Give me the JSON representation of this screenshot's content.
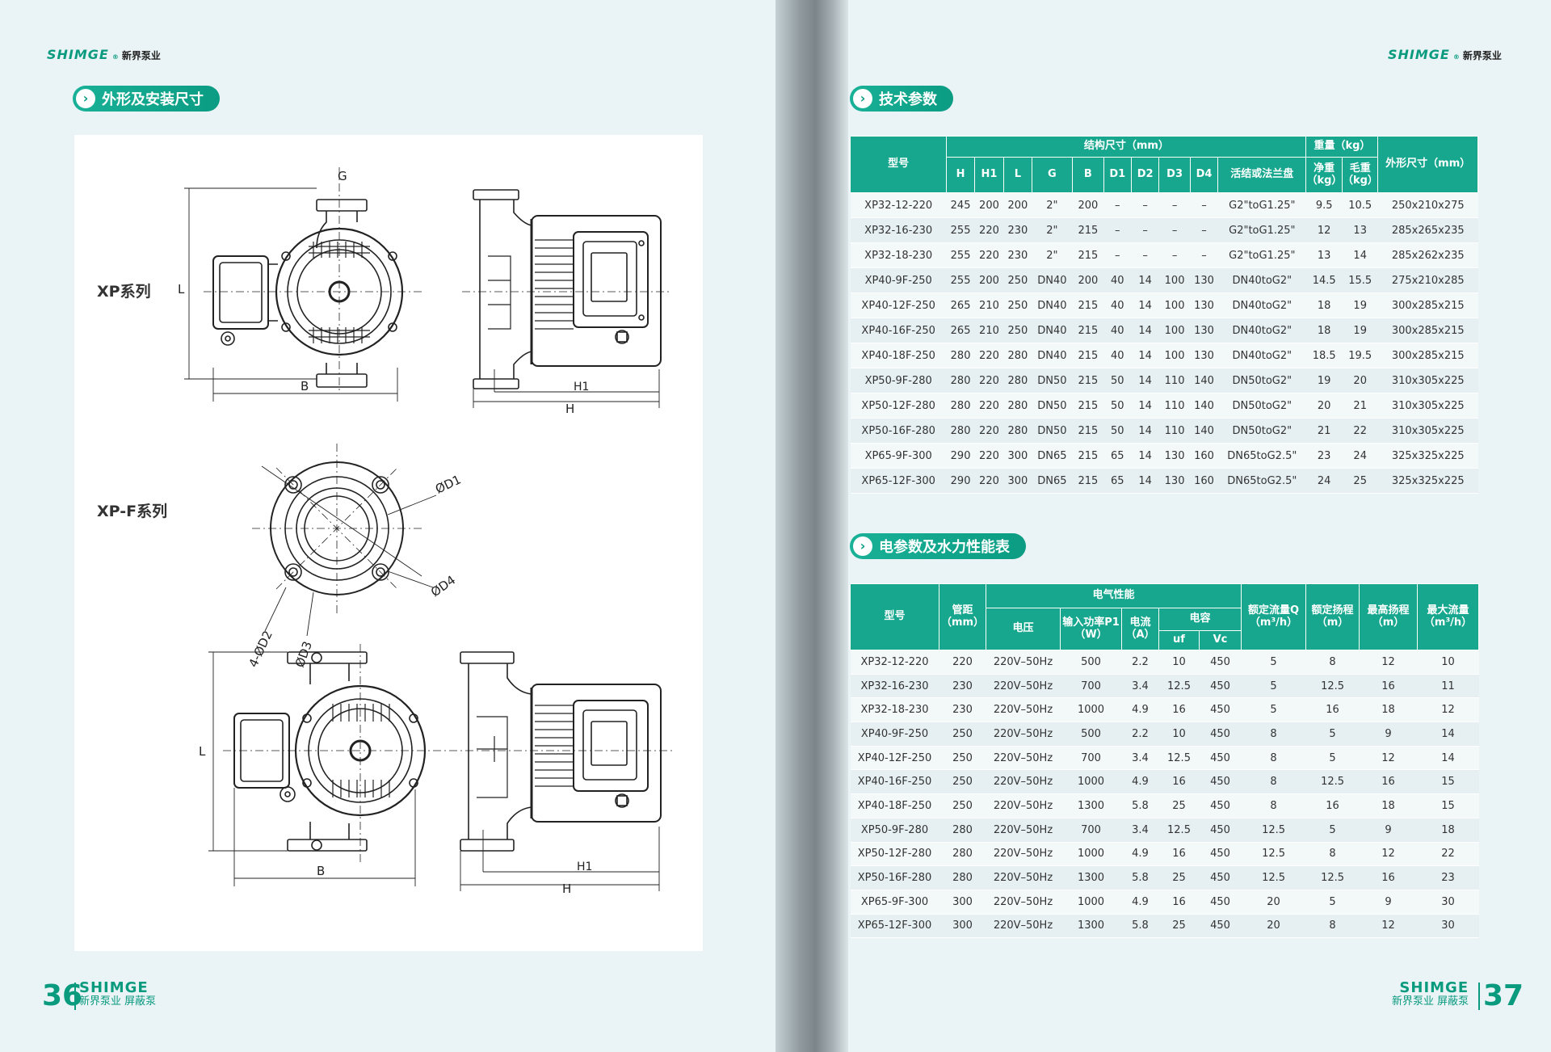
{
  "left_page": {
    "brand": {
      "en": "SHIMGE",
      "reg": "®",
      "cn": "新界泵业"
    },
    "section_title": "外形及安装尺寸",
    "series": [
      "XP系列",
      "XP-F系列"
    ],
    "drawing_labels": {
      "top": {
        "g": "G",
        "b": "B",
        "h": "H",
        "h1": "H1",
        "l": "L"
      },
      "flange": {
        "d1": "ØD1",
        "d2": "4-ØD2",
        "d3": "ØD3",
        "d4": "ØD4"
      },
      "bottom": {
        "b": "B",
        "h": "H",
        "h1": "H1",
        "l": "L"
      }
    },
    "footer": {
      "page": "36",
      "en": "SHIMGE",
      "cn": "新界泵业 屏蔽泵"
    }
  },
  "right_page": {
    "brand": {
      "en": "SHIMGE",
      "reg": "®",
      "cn": "新界泵业"
    },
    "tech_section_title": "技术参数",
    "tech_table": {
      "headers": {
        "model": "型号",
        "struct_group": "结构尺寸（mm）",
        "weight_group": "重量（kg）",
        "outer": "外形尺寸（mm）",
        "cols": [
          "H",
          "H1",
          "L",
          "G",
          "B",
          "D1",
          "D2",
          "D3",
          "D4",
          "活结或法兰盘"
        ],
        "weight_cols": [
          "净重（kg）",
          "毛重（kg）"
        ]
      },
      "rows": [
        [
          "XP32-12-220",
          "245",
          "200",
          "200",
          "2\"",
          "200",
          "–",
          "–",
          "–",
          "–",
          "G2\"toG1.25\"",
          "9.5",
          "10.5",
          "250x210x275"
        ],
        [
          "XP32-16-230",
          "255",
          "220",
          "230",
          "2\"",
          "215",
          "–",
          "–",
          "–",
          "–",
          "G2\"toG1.25\"",
          "12",
          "13",
          "285x265x235"
        ],
        [
          "XP32-18-230",
          "255",
          "220",
          "230",
          "2\"",
          "215",
          "–",
          "–",
          "–",
          "–",
          "G2\"toG1.25\"",
          "13",
          "14",
          "285x262x235"
        ],
        [
          "XP40-9F-250",
          "255",
          "200",
          "250",
          "DN40",
          "200",
          "40",
          "14",
          "100",
          "130",
          "DN40toG2\"",
          "14.5",
          "15.5",
          "275x210x285"
        ],
        [
          "XP40-12F-250",
          "265",
          "210",
          "250",
          "DN40",
          "215",
          "40",
          "14",
          "100",
          "130",
          "DN40toG2\"",
          "18",
          "19",
          "300x285x215"
        ],
        [
          "XP40-16F-250",
          "265",
          "210",
          "250",
          "DN40",
          "215",
          "40",
          "14",
          "100",
          "130",
          "DN40toG2\"",
          "18",
          "19",
          "300x285x215"
        ],
        [
          "XP40-18F-250",
          "280",
          "220",
          "280",
          "DN40",
          "215",
          "40",
          "14",
          "100",
          "130",
          "DN40toG2\"",
          "18.5",
          "19.5",
          "300x285x215"
        ],
        [
          "XP50-9F-280",
          "280",
          "220",
          "280",
          "DN50",
          "215",
          "50",
          "14",
          "110",
          "140",
          "DN50toG2\"",
          "19",
          "20",
          "310x305x225"
        ],
        [
          "XP50-12F-280",
          "280",
          "220",
          "280",
          "DN50",
          "215",
          "50",
          "14",
          "110",
          "140",
          "DN50toG2\"",
          "20",
          "21",
          "310x305x225"
        ],
        [
          "XP50-16F-280",
          "280",
          "220",
          "280",
          "DN50",
          "215",
          "50",
          "14",
          "110",
          "140",
          "DN50toG2\"",
          "21",
          "22",
          "310x305x225"
        ],
        [
          "XP65-9F-300",
          "290",
          "220",
          "300",
          "DN65",
          "215",
          "65",
          "14",
          "130",
          "160",
          "DN65toG2.5\"",
          "23",
          "24",
          "325x325x225"
        ],
        [
          "XP65-12F-300",
          "290",
          "220",
          "300",
          "DN65",
          "215",
          "65",
          "14",
          "130",
          "160",
          "DN65toG2.5\"",
          "24",
          "25",
          "325x325x225"
        ]
      ]
    },
    "elec_section_title": "电参数及水力性能表",
    "elec_table": {
      "headers": {
        "model": "型号",
        "pipe": "管距（mm）",
        "elec_group": "电气性能",
        "voltage": "电压",
        "power": "输入功率P1（W）",
        "current": "电流（A）",
        "capacitor": "电容",
        "uf": "uf",
        "vc": "Vc",
        "rated_flow": "额定流量Q（m³/h）",
        "rated_head": "额定扬程（m）",
        "max_head": "最高扬程（m）",
        "max_flow": "最大流量（m³/h）"
      },
      "rows": [
        [
          "XP32-12-220",
          "220",
          "220V–50Hz",
          "500",
          "2.2",
          "10",
          "450",
          "5",
          "8",
          "12",
          "10"
        ],
        [
          "XP32-16-230",
          "230",
          "220V–50Hz",
          "700",
          "3.4",
          "12.5",
          "450",
          "5",
          "12.5",
          "16",
          "11"
        ],
        [
          "XP32-18-230",
          "230",
          "220V–50Hz",
          "1000",
          "4.9",
          "16",
          "450",
          "5",
          "16",
          "18",
          "12"
        ],
        [
          "XP40-9F-250",
          "250",
          "220V–50Hz",
          "500",
          "2.2",
          "10",
          "450",
          "8",
          "5",
          "9",
          "14"
        ],
        [
          "XP40-12F-250",
          "250",
          "220V–50Hz",
          "700",
          "3.4",
          "12.5",
          "450",
          "8",
          "5",
          "12",
          "14"
        ],
        [
          "XP40-16F-250",
          "250",
          "220V–50Hz",
          "1000",
          "4.9",
          "16",
          "450",
          "8",
          "12.5",
          "16",
          "15"
        ],
        [
          "XP40-18F-250",
          "250",
          "220V–50Hz",
          "1300",
          "5.8",
          "25",
          "450",
          "8",
          "16",
          "18",
          "15"
        ],
        [
          "XP50-9F-280",
          "280",
          "220V–50Hz",
          "700",
          "3.4",
          "12.5",
          "450",
          "12.5",
          "5",
          "9",
          "18"
        ],
        [
          "XP50-12F-280",
          "280",
          "220V–50Hz",
          "1000",
          "4.9",
          "16",
          "450",
          "12.5",
          "8",
          "12",
          "22"
        ],
        [
          "XP50-16F-280",
          "280",
          "220V–50Hz",
          "1300",
          "5.8",
          "25",
          "450",
          "12.5",
          "12.5",
          "16",
          "23"
        ],
        [
          "XP65-9F-300",
          "300",
          "220V–50Hz",
          "1000",
          "4.9",
          "16",
          "450",
          "20",
          "5",
          "9",
          "30"
        ],
        [
          "XP65-12F-300",
          "300",
          "220V–50Hz",
          "1300",
          "5.8",
          "25",
          "450",
          "20",
          "8",
          "12",
          "30"
        ]
      ]
    },
    "footer": {
      "page": "37",
      "en": "SHIMGE",
      "cn": "新界泵业 屏蔽泵"
    }
  },
  "colors": {
    "accent": "#16a78e",
    "brand_green": "#0a9b7f",
    "page_bg": "#eaf3f6"
  },
  "icons": {
    "section_marker": "arrow-right-circle-icon"
  }
}
